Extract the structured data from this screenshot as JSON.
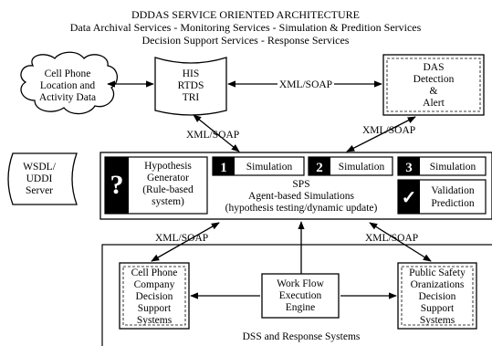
{
  "title": {
    "line1": "DDDAS SERVICE ORIENTED ARCHITECTURE",
    "line2": "Data Archival Services - Monitoring Services - Simulation & Predition Services",
    "line3": "Decision Support Services - Response Services"
  },
  "cell_phone_cloud": {
    "line1": "Cell Phone",
    "line2": "Location and",
    "line3": "Activity Data"
  },
  "his_box": {
    "line1": "HIS",
    "line2": "RTDS",
    "line3": "TRI"
  },
  "das_box": {
    "line1": "DAS",
    "line2": "Detection",
    "line3": "&",
    "line4": "Alert"
  },
  "wsdl_box": {
    "line1": "WSDL/",
    "line2": "UDDI",
    "line3": "Server"
  },
  "protocol_labels": {
    "his_das": "XML/SOAP",
    "his_sps": "XML/SOAP",
    "das_sps": "XML/SOAP",
    "sps_left": "XML/SOAP",
    "sps_right": "XML/SOAP"
  },
  "sps": {
    "hypothesis_glyph": "?",
    "hypothesis": {
      "line1": "Hypothesis",
      "line2": "Generator",
      "line3": "(Rule-based",
      "line4": "system)"
    },
    "sims": [
      {
        "number": "1",
        "label": "Simulation"
      },
      {
        "number": "2",
        "label": "Simulation"
      },
      {
        "number": "3",
        "label": "Simulation"
      }
    ],
    "validation_glyph": "✓",
    "validation": {
      "line1": "Validation",
      "line2": "Prediction"
    },
    "title": "SPS",
    "subtitle": "Agent-based Simulations",
    "subtitle2": "(hypothesis testing/dynamic update)"
  },
  "dss": {
    "cell_phone_company": {
      "line1": "Cell Phone",
      "line2": "Company",
      "line3": "Decision",
      "line4": "Support",
      "line5": "Systems"
    },
    "workflow": {
      "line1": "Work Flow",
      "line2": "Execution",
      "line3": "Engine"
    },
    "public_safety": {
      "line1": "Public Safety",
      "line2": "Oranizations",
      "line3": "Decision",
      "line4": "Support",
      "line5": "Systems"
    },
    "caption": "DSS and Response Systems"
  }
}
